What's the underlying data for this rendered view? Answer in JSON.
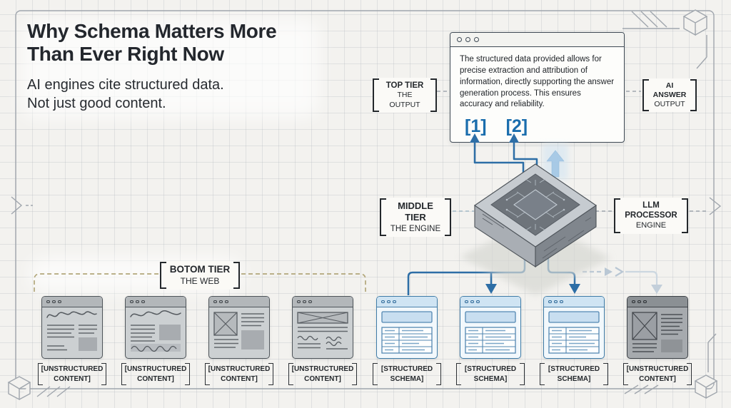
{
  "title": {
    "line1": "Why Schema Matters More",
    "line2": "Than Ever Right Now"
  },
  "subtitle": {
    "line1": "AI engines cite structured data.",
    "line2": "Not just good content."
  },
  "answer_window": {
    "controls_icon": "window-traffic-lights",
    "body": "The structured data provided allows for precise extraction and attribution of information, directly supporting the answer generation process. This ensures accuracy and reliability.",
    "citations": [
      "[1]",
      "[2]"
    ]
  },
  "tier_labels": {
    "top": {
      "line1": "TOP TIER",
      "line2": "THE OUTPUT"
    },
    "ai_answer": {
      "line1": "AI ANSWER",
      "line2": "OUTPUT"
    },
    "middle": {
      "line1": "MIDDLE TIER",
      "line2": "THE ENGINE"
    },
    "llm": {
      "line1": "LLM PROCESSOR",
      "line2": "ENGINE"
    },
    "bottom": {
      "line1": "BOTOM TIER",
      "line2": "THE WEB"
    }
  },
  "windows": [
    {
      "kind": "unstructured",
      "label1": "[UNSTRUCTURED",
      "label2": "CONTENT]"
    },
    {
      "kind": "unstructured",
      "label1": "[UNSTRUCTURED",
      "label2": "CONTENT]"
    },
    {
      "kind": "unstructured",
      "label1": "[UNSTRUCTURED",
      "label2": "CONTENT]"
    },
    {
      "kind": "unstructured",
      "label1": "[UNSTRUCTURED",
      "label2": "CONTENT]"
    },
    {
      "kind": "structured",
      "label1": "[STRUCTURED",
      "label2": "SCHEMA]"
    },
    {
      "kind": "structured",
      "label1": "[STRUCTURED",
      "label2": "SCHEMA]"
    },
    {
      "kind": "structured",
      "label1": "[STRUCTURED",
      "label2": "SCHEMA]"
    },
    {
      "kind": "unstructured",
      "label1": "[UNSTRUCTURED",
      "label2": "CONTENT]"
    }
  ],
  "icons": {
    "chip": "llm-processor-chip",
    "up_arrow": "glow-up-arrow",
    "window_controls": "three-circles"
  },
  "colors": {
    "citation_blue": "#1a6dad",
    "connector_blue": "#2d6ea6",
    "faded_blue": "#b9c7d4",
    "schema_blue": "#3f7ca8",
    "tan_dash": "#b2a77b",
    "title_text": "#23272d",
    "frame_gray": "#a0a6ad"
  }
}
